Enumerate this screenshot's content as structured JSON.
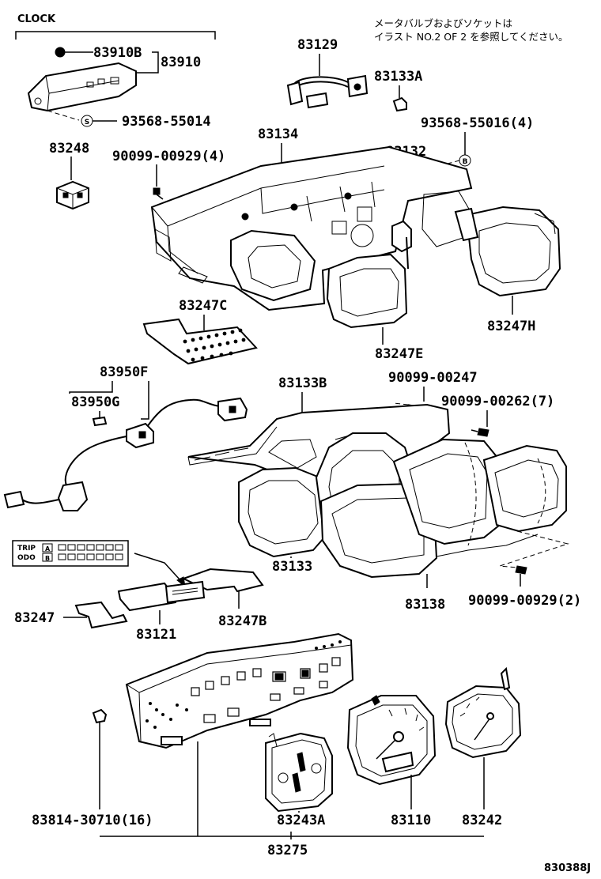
{
  "header": {
    "clock_label": "CLOCK",
    "note_line1": "メータバルブおよびソケットは",
    "note_line2": "イラスト NO.2 OF 2 を参照してください。"
  },
  "symbols": {
    "s": "S",
    "b": "B"
  },
  "parts": {
    "p83910B": "83910B",
    "p83910": "83910",
    "p93568_55014": "93568-55014",
    "p83248": "83248",
    "p90099_00929_4": "90099-00929(4)",
    "p83129": "83129",
    "p83133A": "83133A",
    "p93568_55016_4": "93568-55016(4)",
    "p83134": "83134",
    "p83132": "83132",
    "p83247C": "83247C",
    "p83247H": "83247H",
    "p83247E": "83247E",
    "p83950F": "83950F",
    "p83950G": "83950G",
    "p83133B": "83133B",
    "p90099_00247": "90099-00247",
    "p90099_00262_7": "90099-00262(7)",
    "p83133": "83133",
    "p83138": "83138",
    "p90099_00929_2": "90099-00929(2)",
    "p83247": "83247",
    "p83121": "83121",
    "p83247B": "83247B",
    "p83814_30710_16": "83814-30710(16)",
    "p83243A": "83243A",
    "p83110": "83110",
    "p83242": "83242",
    "p83275": "83275"
  },
  "odometer_display": {
    "trip_label": "TRIP",
    "odo_label": "ODO",
    "a_label": "A",
    "b_label": "B"
  },
  "figure_code": "830388J"
}
